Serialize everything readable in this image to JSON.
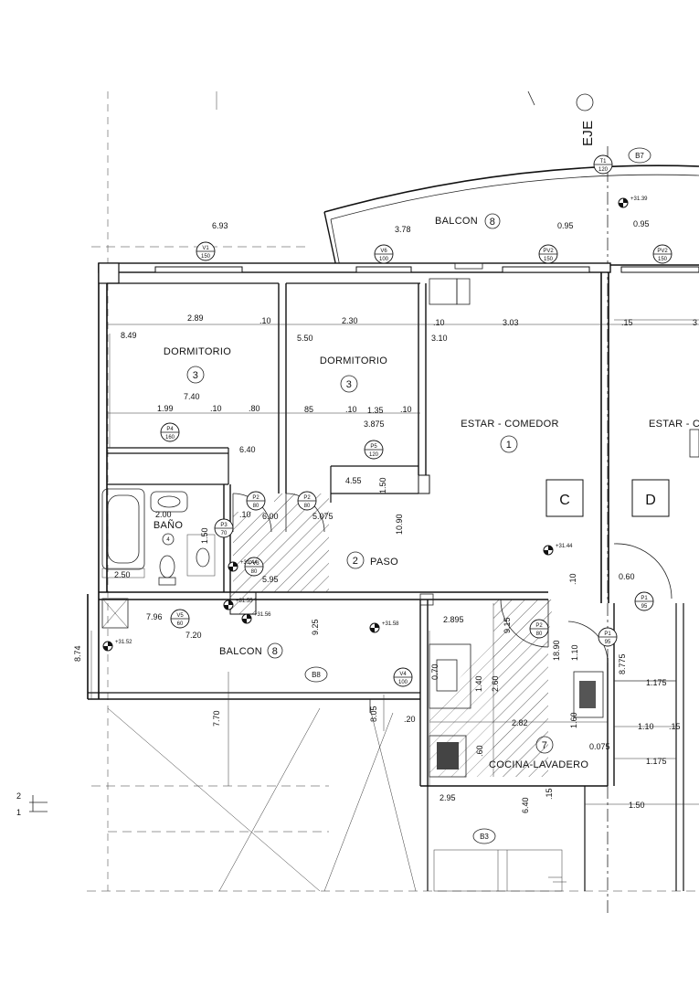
{
  "axis": {
    "label": "EJE"
  },
  "markers_margin": {
    "top": "2",
    "bottom": "1"
  },
  "rooms": {
    "dormitorio_1": {
      "label": "DORMITORIO",
      "number": "3"
    },
    "dormitorio_2": {
      "label": "DORMITORIO",
      "number": "3"
    },
    "estar_comedor": {
      "label": "ESTAR - COMEDOR",
      "number": "1"
    },
    "estar_right": {
      "label": "ESTAR - COMEDOR"
    },
    "bano": {
      "label": "BAÑO",
      "number": "4"
    },
    "paso": {
      "label": "PASO",
      "number": "2"
    },
    "balcon_top": {
      "label": "BALCON",
      "number": "8"
    },
    "balcon_bottom": {
      "label": "BALCON",
      "number": "8"
    },
    "cocina": {
      "label": "COCINA-LAVADERO",
      "number": "7"
    }
  },
  "unit_letters": {
    "left": "C",
    "right": "D"
  },
  "boxes": {
    "b7": "B7",
    "b8": "B8",
    "b3": "B3"
  },
  "openings": {
    "v1": {
      "code": "V1",
      "width": "150"
    },
    "v6": {
      "code": "V6",
      "width": "100"
    },
    "pv2_a": {
      "code": "PV2",
      "width": "150"
    },
    "pv2_b": {
      "code": "PV2",
      "width": "150"
    },
    "t1": {
      "code": "T1",
      "width": "120"
    },
    "p4": {
      "code": "P4",
      "width": "160"
    },
    "p5": {
      "code": "P5",
      "width": "120"
    },
    "p2_a": {
      "code": "P2",
      "width": "80"
    },
    "p2_b": {
      "code": "P2",
      "width": "80"
    },
    "p2_c": {
      "code": "P2",
      "width": "80"
    },
    "p3": {
      "code": "P3",
      "width": "70"
    },
    "pv3": {
      "code": "PV3",
      "width": "80"
    },
    "v5": {
      "code": "V5",
      "width": "60"
    },
    "v4": {
      "code": "V4",
      "width": "100"
    },
    "p1_a": {
      "code": "P1",
      "width": "95"
    },
    "p1_b": {
      "code": "P1",
      "width": "95"
    }
  },
  "levels": {
    "l1": "+31.39",
    "l2": "+31.44",
    "l3": "+31.56",
    "l4": "+31.58",
    "l5": "+31.52",
    "l6": "+31.55",
    "l7": "+31.44"
  },
  "dimensions": {
    "d_693": "6.93",
    "d_378": "3.78",
    "d_095a": "0.95",
    "d_095b": "0.95",
    "d_289": "2.89",
    "d_010a": ".10",
    "d_230": "2.30",
    "d_010b": ".10",
    "d_303": "3.03",
    "d_015a": ".15",
    "d_3r": "3",
    "d_849": "8.49",
    "d_550": "5.50",
    "d_310": "3.10",
    "d_740": "7.40",
    "d_199": "1.99",
    "d_010c": ".10",
    "d_080": ".80",
    "d_085": "85",
    "d_010d": ".10",
    "d_135": "1.35",
    "d_010e": ".10",
    "d_3875": "3.875",
    "d_640": "6.40",
    "d_455": "4.55",
    "d_150a": "1.50",
    "d_200": "2.00",
    "d_010f": ".10",
    "d_600": "6.00",
    "d_5075": "5.075",
    "d_1090": "10.90",
    "d_150b": "1.50",
    "d_250": "2.50",
    "d_595": "5.95",
    "d_060": "0.60",
    "d_010g": ".10",
    "d_110": "1.10",
    "d_1890": "18.90",
    "d_796": "7.96",
    "d_720": "7.20",
    "d_925": "9.25",
    "d_2895": "2.895",
    "d_915": "9.15",
    "d_874": "8.74",
    "d_8775": "8.775",
    "d_1175a": "1.175",
    "d_1175b": "1.175",
    "d_770": "7.70",
    "d_805": "8.05",
    "d_020": ".20",
    "d_070": "0.70",
    "d_140": "1.40",
    "d_260": "2.60",
    "d_282": "2.82",
    "d_160": "1.60",
    "d_0075": "0.075",
    "d_110b": "1.10",
    "d_015b": ".15",
    "d_060b": ".60",
    "d_295": "2.95",
    "d_640b": "6.40",
    "d_015c": ".15",
    "d_150c": "1.50"
  }
}
